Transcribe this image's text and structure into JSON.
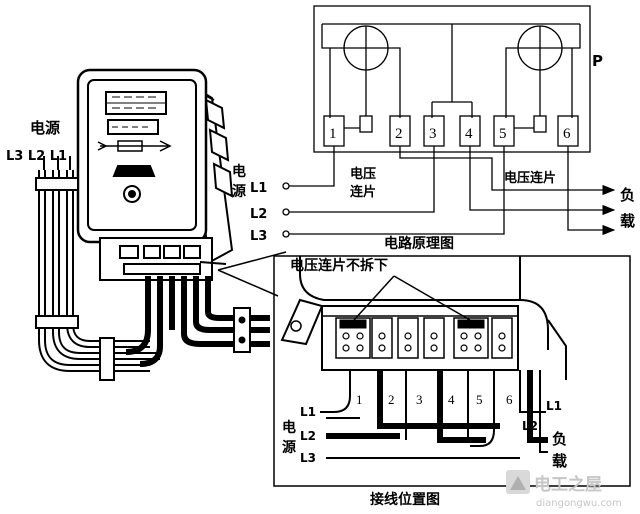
{
  "left_source": {
    "title": "电源",
    "phases": "L3  L2  L1"
  },
  "schematic": {
    "p_label": "P",
    "source_vertical": "电源",
    "lines": [
      "L1",
      "L2",
      "L3"
    ],
    "terminals": [
      "1",
      "2",
      "3",
      "4",
      "5",
      "6"
    ],
    "link_left": "电压连片",
    "link_right": "电压连片",
    "load": "负载",
    "caption": "电路原理图"
  },
  "wiring": {
    "callout": "电压连片不拆下",
    "terminals": [
      "1",
      "2",
      "3",
      "4",
      "5",
      "6"
    ],
    "lines_left": [
      "L1",
      "L2",
      "L3"
    ],
    "source_vertical": "电源",
    "right_lines": [
      "L1",
      "L2"
    ],
    "load": "负载",
    "caption": "接线位置图"
  },
  "watermark": {
    "title": "电工之屋",
    "url": "diangongwu.com"
  }
}
